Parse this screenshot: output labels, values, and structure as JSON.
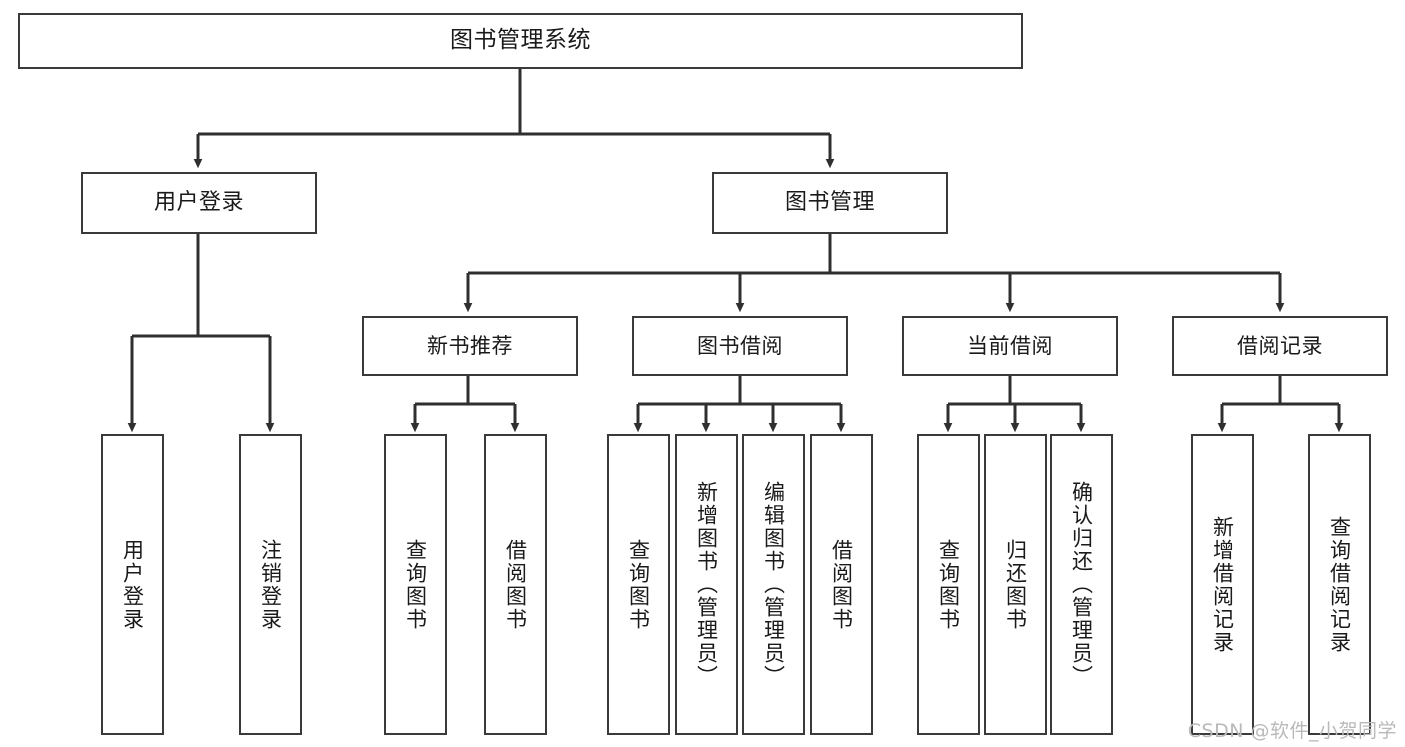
{
  "diagram": {
    "title": "图书管理系统",
    "type": "tree",
    "watermark": "CSDN @软件_小贺同学",
    "colors": {
      "box_border": "#3a3a3a",
      "box_fill": "#ffffff",
      "connector": "#2f2f2f",
      "text": "#1a1a1a",
      "watermark": "#b9b9b9",
      "background": "#ffffff"
    },
    "root": {
      "label": "图书管理系统"
    },
    "level2": [
      {
        "label": "用户登录"
      },
      {
        "label": "图书管理"
      }
    ],
    "level3": [
      {
        "label": "新书推荐"
      },
      {
        "label": "图书借阅"
      },
      {
        "label": "当前借阅"
      },
      {
        "label": "借阅记录"
      }
    ],
    "leaves": {
      "user_login": [
        {
          "label": "用户登录"
        },
        {
          "label": "注销登录"
        }
      ],
      "new_book": [
        {
          "label": "查询图书"
        },
        {
          "label": "借阅图书"
        }
      ],
      "borrow_book": [
        {
          "label": "查询图书"
        },
        {
          "label": "新增图书（管理员）"
        },
        {
          "label": "编辑图书（管理员）"
        },
        {
          "label": "借阅图书"
        }
      ],
      "current_borrow": [
        {
          "label": "查询图书"
        },
        {
          "label": "归还图书"
        },
        {
          "label": "确认归还（管理员）"
        }
      ],
      "borrow_record": [
        {
          "label": "新增借阅记录"
        },
        {
          "label": "查询借阅记录"
        }
      ]
    }
  }
}
